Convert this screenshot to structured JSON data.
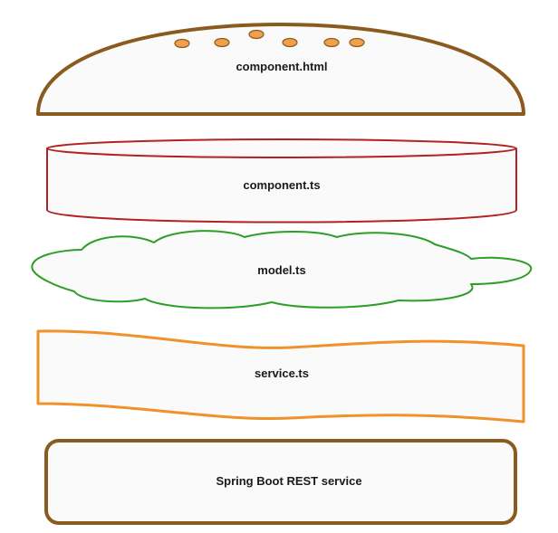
{
  "diagram": {
    "layers": [
      {
        "label": "component.html",
        "color": "#8a5a1e",
        "seed_color": "#f0a04b"
      },
      {
        "label": "component.ts",
        "color": "#b22222"
      },
      {
        "label": "model.ts",
        "color": "#2e9e26"
      },
      {
        "label": "service.ts",
        "color": "#f0912a"
      },
      {
        "label": "Spring Boot REST service",
        "color": "#8a5a1e"
      }
    ]
  }
}
